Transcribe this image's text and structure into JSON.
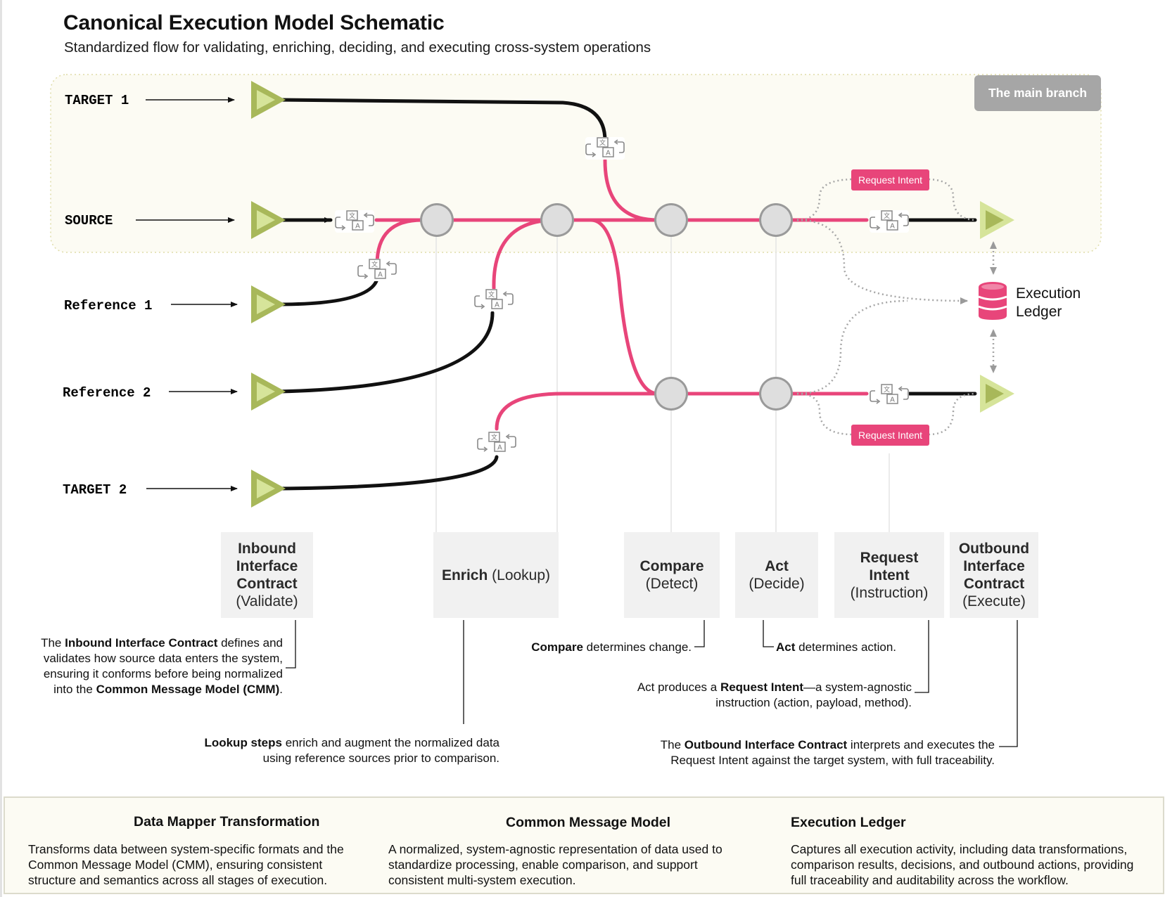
{
  "header": {
    "title": "Canonical Execution Model Schematic",
    "subtitle": "Standardized flow for validating, enriching, deciding, and executing cross-system operations"
  },
  "main_branch_label": "The main branch",
  "inputs": {
    "target1": "TARGET 1",
    "source": "SOURCE",
    "reference1": "Reference 1",
    "reference2": "Reference 2",
    "target2": "TARGET 2"
  },
  "request_intent_pill": "Request Intent",
  "ledger": {
    "line1": "Execution",
    "line2": "Ledger"
  },
  "stages": {
    "inbound": {
      "title": "Inbound Interface Contract",
      "sub": "(Validate)"
    },
    "enrich": {
      "title": "Enrich",
      "sub": "(Lookup)"
    },
    "compare": {
      "title": "Compare",
      "sub": "(Detect)"
    },
    "act": {
      "title": "Act",
      "sub": "(Decide)"
    },
    "request": {
      "title": "Request Intent",
      "sub": "(Instruction)"
    },
    "outbound": {
      "title": "Outbound Interface Contract",
      "sub": "(Execute)"
    }
  },
  "notes": {
    "inbound": {
      "p1": "The ",
      "b1": "Inbound Interface Contract",
      "p2": " defines and validates how source data enters the system, ensuring it conforms before being normalized into the ",
      "b2": "Common Message Model (CMM)",
      "p3": "."
    },
    "lookup": {
      "b1": "Lookup steps",
      "p1": " enrich and augment the normalized data using reference sources prior to comparison."
    },
    "compare": {
      "b1": "Compare",
      "p1": " determines change."
    },
    "act": {
      "b1": "Act",
      "p1": " determines action."
    },
    "request": {
      "p1": "Act produces a ",
      "b1": "Request Intent",
      "p2": "—a system-agnostic instruction (action, payload, method)."
    },
    "outbound": {
      "p1": "The ",
      "b1": "Outbound Interface Contract",
      "p2": " interprets and executes the Request Intent against the target system, with full traceability."
    }
  },
  "legend": {
    "mapper": {
      "title": "Data Mapper Transformation",
      "desc": "Transforms data between system-specific formats and the Common Message Model (CMM), ensuring consistent structure and semantics across all stages of execution."
    },
    "cmm": {
      "title": "Common Message Model",
      "desc": "A normalized, system-agnostic representation of data used to standardize processing, enable comparison, and support consistent multi-system execution."
    },
    "ledger": {
      "title": "Execution Ledger",
      "desc": "Captures all execution activity, including data transformations, comparison results, decisions, and outbound actions, providing full traceability and auditability across the workflow."
    }
  },
  "colors": {
    "cmm_pink": "#e8457a",
    "mapper_black": "#111111",
    "endpoint_green": "#a8b85a",
    "endpoint_fill": "#d6e49a",
    "node_gray": "#dcdcdc",
    "main_branch_bg": "#fcfbf3"
  },
  "icons": [
    "translate-icon",
    "database-icon",
    "triangle-endpoint-icon",
    "process-node-icon"
  ]
}
